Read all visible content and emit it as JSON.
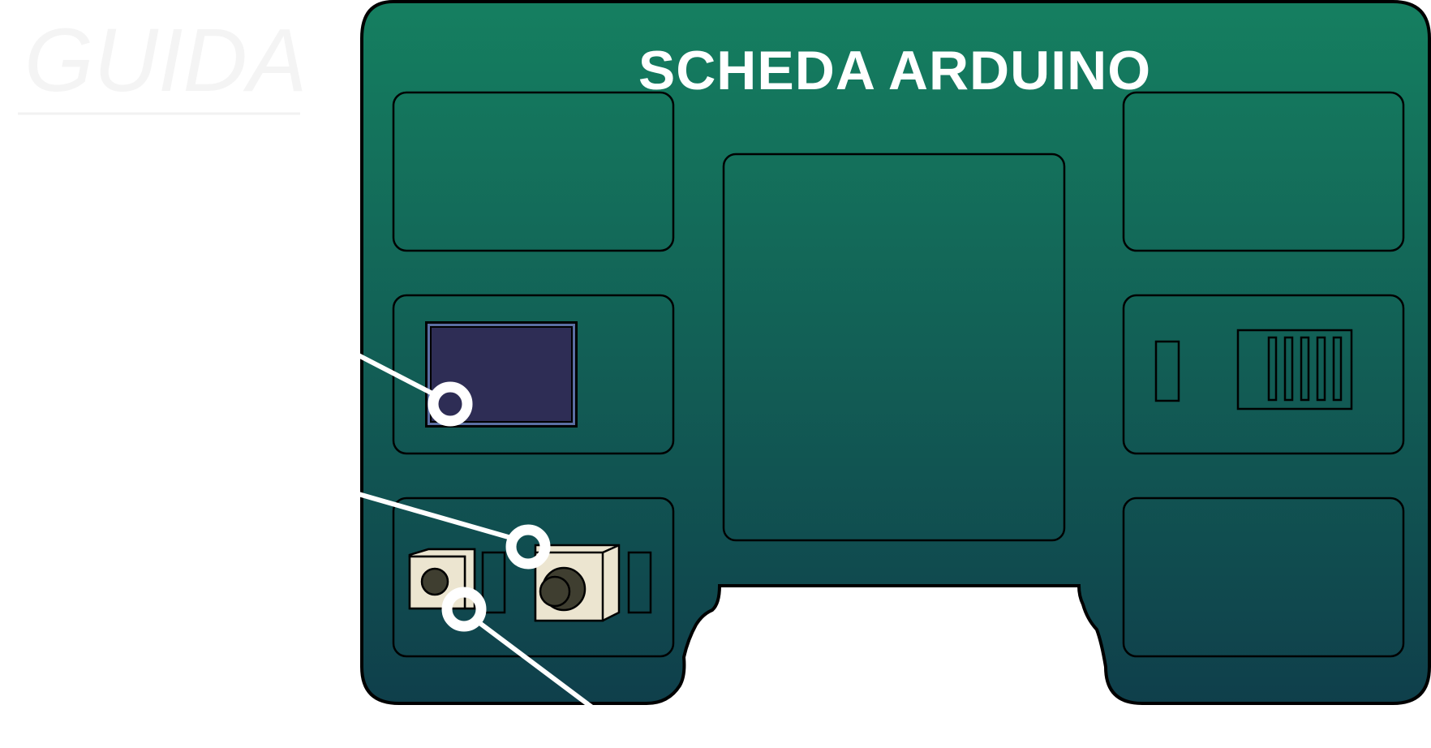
{
  "board": {
    "title": "SCHEDA ARDUINO"
  },
  "faint_heading": {
    "text": "GUIDA"
  },
  "colors": {
    "board_gradient_top": "#157f60",
    "board_gradient_bottom": "#0f3f4b",
    "outline": "#000000",
    "chip_fill": "#2e2d55",
    "chip_border": "#5b6fa3",
    "connector_fill": "#ece5d0",
    "knob_fill": "#3f3e30",
    "callout": "#ffffff"
  },
  "components": [
    {
      "name": "chip",
      "icon": "chip-icon"
    },
    {
      "name": "usb-port",
      "icon": "usb-connector-icon"
    },
    {
      "name": "power-jack",
      "icon": "barrel-jack-icon"
    },
    {
      "name": "dip-switch",
      "icon": "dip-switch-icon"
    }
  ]
}
